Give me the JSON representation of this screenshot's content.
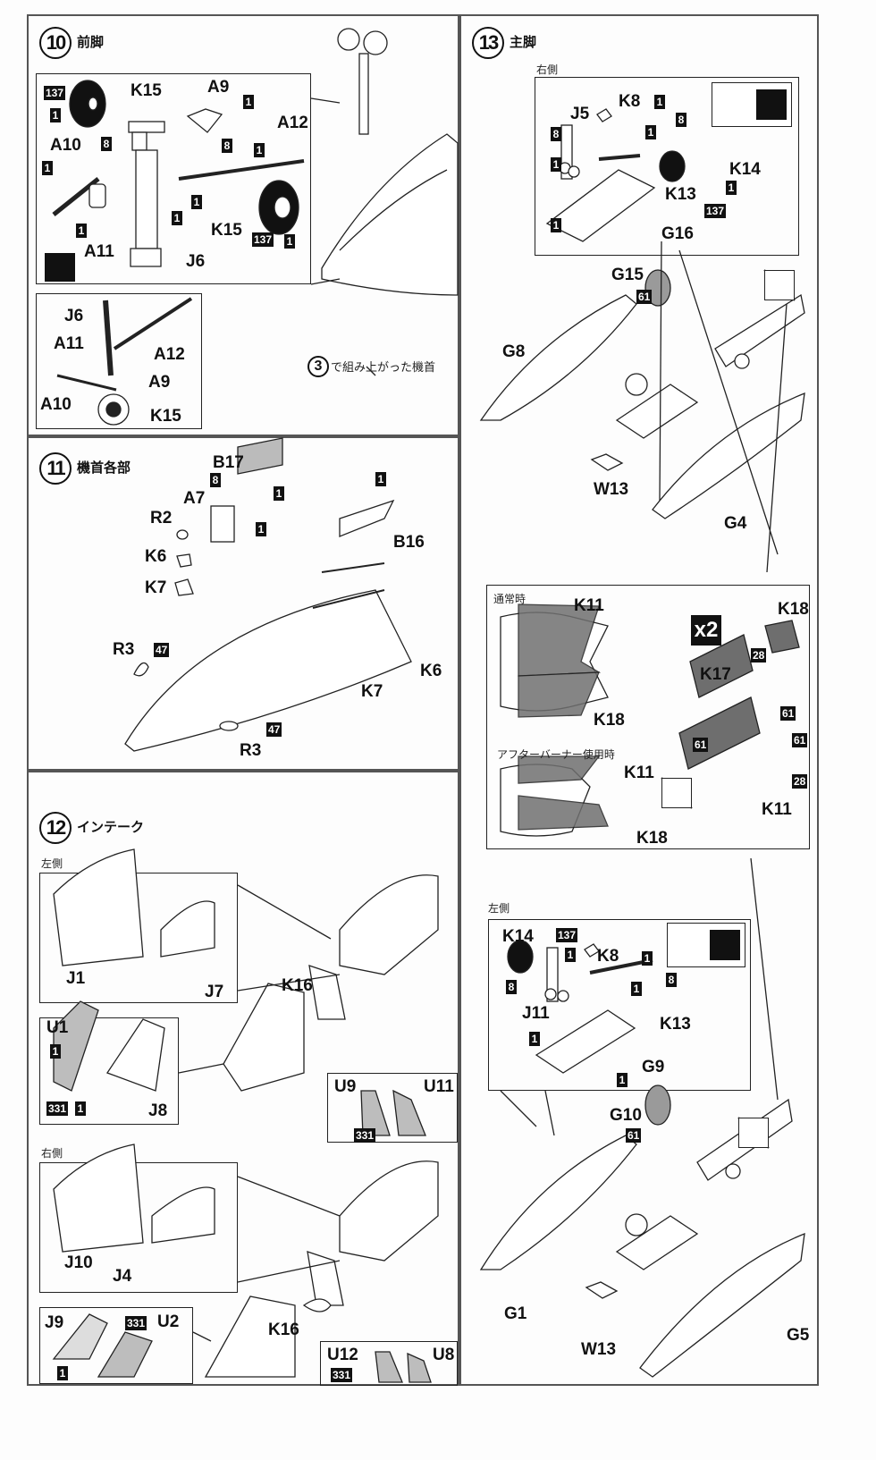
{
  "steps": {
    "s10": {
      "number": "10",
      "title": "前脚",
      "labels": {
        "k15a": "K15",
        "a9": "A9",
        "a12": "A12",
        "a10": "A10",
        "k15b": "K15",
        "a11": "A11",
        "j6": "J6"
      },
      "badges": {
        "b137a": "137",
        "b1a": "1",
        "b1b": "1",
        "b8a": "8",
        "b8b": "8",
        "b1c": "1",
        "b1d": "1",
        "b1e": "1",
        "b1f": "1",
        "b1g": "1",
        "b137b": "137",
        "b1h": "1"
      },
      "detail_labels": {
        "j6": "J6",
        "a11": "A11",
        "a12": "A12",
        "a9": "A9",
        "a10": "A10",
        "k15": "K15"
      },
      "callout": {
        "number": "3",
        "text": "で組み上がった機首"
      }
    },
    "s11": {
      "number": "11",
      "title": "機首各部",
      "labels": {
        "b17": "B17",
        "a7": "A7",
        "r2": "R2",
        "k6a": "K6",
        "k7a": "K7",
        "b16": "B16",
        "r3a": "R3",
        "k6b": "K6",
        "k7b": "K7",
        "r3b": "R3"
      },
      "badges": {
        "b8": "8",
        "b1a": "1",
        "b1b": "1",
        "b1c": "1",
        "b47a": "47",
        "b47b": "47"
      }
    },
    "s12": {
      "number": "12",
      "title": "インテーク",
      "left_side": {
        "heading": "左側",
        "labels": {
          "j1": "J1",
          "j7": "J7",
          "k16": "K16",
          "u1": "U1",
          "j8": "J8",
          "u9": "U9",
          "u11": "U11"
        },
        "badges": {
          "b1a": "1",
          "b331a": "331",
          "b1b": "1",
          "b331b": "331"
        }
      },
      "right_side": {
        "heading": "右側",
        "labels": {
          "j10": "J10",
          "j4": "J4",
          "j9": "J9",
          "u2": "U2",
          "k16": "K16",
          "u12": "U12",
          "u8": "U8"
        },
        "badges": {
          "b331a": "331",
          "b1": "1",
          "b331b": "331"
        }
      }
    },
    "s13": {
      "number": "13",
      "title": "主脚",
      "right_side": {
        "heading": "右側",
        "labels": {
          "k8": "K8",
          "j5": "J5",
          "k14": "K14",
          "k13": "K13",
          "g16": "G16",
          "g15": "G15",
          "g8": "G8",
          "w13": "W13",
          "g4": "G4"
        },
        "badges": {
          "b1a": "1",
          "b8a": "8",
          "b1b": "1",
          "b8b": "8",
          "b1c": "1",
          "b1d": "1",
          "b137": "137",
          "b1e": "1",
          "b61": "61"
        }
      },
      "nozzle": {
        "normal_heading": "通常時",
        "afterburner_heading": "アフターバーナー使用時",
        "multiplier": "x2",
        "labels": {
          "k11a": "K11",
          "k18a": "K18",
          "k11b": "K11",
          "k18b": "K18",
          "k18c": "K18",
          "k17": "K17",
          "k11c": "K11"
        },
        "badges": {
          "b28a": "28",
          "b61a": "61",
          "b61b": "61",
          "b61c": "61",
          "b28b": "28"
        }
      },
      "left_side": {
        "heading": "左側",
        "labels": {
          "k14": "K14",
          "k8": "K8",
          "j11": "J11",
          "k13": "K13",
          "g9": "G9",
          "g10": "G10",
          "g1": "G1",
          "w13": "W13",
          "g5": "G5"
        },
        "badges": {
          "b137": "137",
          "b1a": "1",
          "b1b": "1",
          "b8a": "8",
          "b1c": "1",
          "b8b": "8",
          "b1d": "1",
          "b1e": "1",
          "b61": "61"
        }
      }
    }
  },
  "icons": {
    "paint_swatch": "paint-swatch-icon",
    "no_glue": "no-glue-icon"
  },
  "colors": {
    "ink": "#111111",
    "panel": "#6e6e6e",
    "light_panel": "#bdbdbd",
    "frame": "#555555"
  }
}
